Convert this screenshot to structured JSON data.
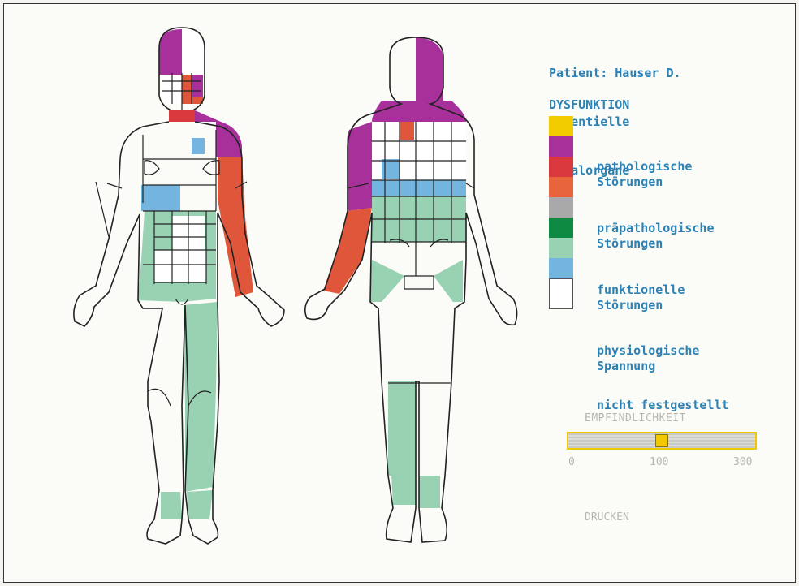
{
  "patient": {
    "line1": "Patient: Hauser D.",
    "line2": "Potentielle",
    "line3": "Fokalorgane"
  },
  "legend": {
    "title": "DYSFUNKTION",
    "colors": [
      "#f3cc00",
      "#a8309a",
      "#d9383d",
      "#e8643a",
      "#a9a9a9",
      "#0f8a43",
      "#98d2b3",
      "#74b5df",
      "#ffffff"
    ],
    "items": [
      {
        "line1": "pathologische",
        "line2": "Störungen"
      },
      {
        "line1": "präpathologische",
        "line2": "Störungen"
      },
      {
        "line1": "funktionelle",
        "line2": "Störungen"
      },
      {
        "line1": "physiologische",
        "line2": "Spannung"
      },
      {
        "line1": "nicht festgestellt",
        "line2": ""
      }
    ]
  },
  "sensitivity": {
    "title": "EMPFINDLICHKEIT",
    "min_label": "0",
    "mid_label": "100",
    "max_label": "300",
    "value": 100,
    "min": 0,
    "max": 300
  },
  "print_label": "DRUCKEN",
  "body_colors": {
    "magenta": "#a8309a",
    "red_orange": "#e0563a",
    "mint": "#98d2b3",
    "blue": "#74b5df",
    "white": "#ffffff"
  }
}
